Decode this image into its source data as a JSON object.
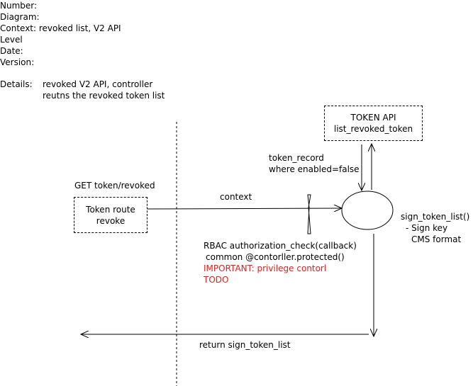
{
  "header": {
    "number": "Number:",
    "diagram": "Diagram:",
    "context": "Context: revoked list, V2 API",
    "level": "Level",
    "date": "Date:",
    "version": "Version:"
  },
  "details": {
    "label": "Details:",
    "line1": "revoked V2 API, controller",
    "line2": "reutns the revoked token list"
  },
  "token_api_box": {
    "line1": "TOKEN API",
    "line2": "list_revoked_token"
  },
  "token_route_box": {
    "line1": "Token route",
    "line2": "revoke"
  },
  "labels": {
    "get_request": "GET token/revoked",
    "context_arrow": "context",
    "token_record": "token_record",
    "where_enabled": "where enabled=false",
    "sign_token_list": "sign_token_list()",
    "sign_key": "- Sign key",
    "cms_format": "CMS format",
    "rbac": "RBAC authorization_check(callback)",
    "common_protected": "common @contorller.protected()",
    "important": "IMPORTANT: privilege contorl",
    "todo": "TODO",
    "return_label": "return sign_token_list"
  },
  "colors": {
    "important": "#e0201c",
    "line": "#000000"
  }
}
